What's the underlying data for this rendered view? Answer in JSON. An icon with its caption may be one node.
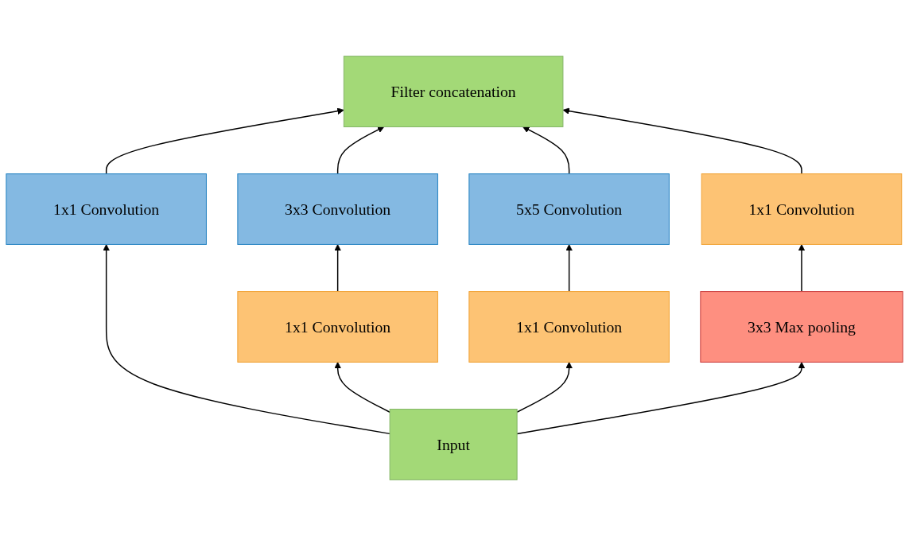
{
  "diagram": {
    "nodes": [
      {
        "text": [
          "Filter concatenation"
        ]
      },
      {
        "text": [
          "1x1 Convolution"
        ]
      },
      {
        "text": [
          "3x3 Convolution"
        ]
      },
      {
        "text": [
          "5x5 Convolution"
        ]
      },
      {
        "text": [
          "1x1 Convolution"
        ]
      },
      {
        "text": [
          "1x1 Convolution"
        ]
      },
      {
        "text": [
          "1x1 Convolution"
        ]
      },
      {
        "text": [
          "3x3 Max pooling"
        ]
      },
      {
        "text": [
          "Input"
        ]
      }
    ],
    "edges": [
      {
        "from": 8,
        "to": 1,
        "arrow": "to"
      },
      {
        "from": 8,
        "to": 5,
        "arrow": "to"
      },
      {
        "from": 8,
        "to": 6,
        "arrow": "to"
      },
      {
        "from": 8,
        "to": 7,
        "arrow": "to"
      },
      {
        "from": 5,
        "to": 2,
        "arrow": "to"
      },
      {
        "from": 6,
        "to": 3,
        "arrow": "to"
      },
      {
        "from": 7,
        "to": 4,
        "arrow": "to"
      },
      {
        "from": 1,
        "to": 0,
        "arrow": "to"
      },
      {
        "from": 2,
        "to": 0,
        "arrow": "to"
      },
      {
        "from": 3,
        "to": 0,
        "arrow": "to"
      },
      {
        "from": 4,
        "to": 0,
        "arrow": "to"
      }
    ]
  }
}
